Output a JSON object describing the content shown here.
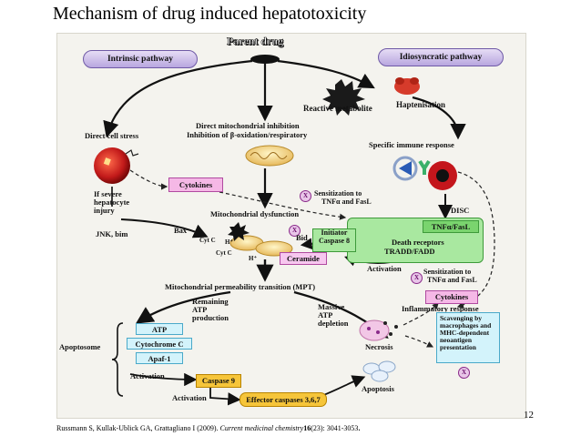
{
  "slide": {
    "title": "Mechanism of drug induced hepatotoxicity",
    "page_number": "12",
    "citation": {
      "authors": "Russmann S, Kullak-Ublick GA, Grattagliano I (2009). ",
      "journal": "Current medicinal chemistry",
      "volume": "16",
      "rest": "(23): 3041-3053",
      "end": "."
    }
  },
  "diagram": {
    "parent_drug": "Parent drug",
    "intrinsic_pathway": "Intrinsic pathway",
    "idiosyncratic_pathway": "Idiosyncratic pathway",
    "reactive_metabolite": "Reactive metabolite",
    "haptenisation": "Haptenisation",
    "direct_cell_stress": "Direct cell stress",
    "mito_inhibition_1": "Direct mitochondrial inhibition",
    "mito_inhibition_2": "Inhibition of β-oxidation/respiratory",
    "specific_immune_response": "Specific immune response",
    "cytokines": "Cytokines",
    "if_severe_1": "If severe",
    "if_severe_2": "hepatocyte",
    "if_severe_3": "injury",
    "sensitization_1_a": "Sensitization to",
    "sensitization_1_b": "TNFα and FasL",
    "disc": "DISC",
    "tnf_fasl": "TNFα/FasL",
    "mitochondrial_dysfunction": "Mitochondrial dysfunction",
    "jnk_bim": "JNK, bim",
    "bax": "Bax",
    "bid": "Bid",
    "initiator_caspase_8": "Initiator\nCaspase 8",
    "ceramide": "Ceramide",
    "death_receptors_1": "Death receptors",
    "death_receptors_2": "TRADD/FADD",
    "activation_1": "Activation",
    "cyt_c_1": "Cyt C",
    "cyt_c_2": "Cyt C",
    "h_plus_1": "H⁺",
    "h_plus_2": "H⁺",
    "mpt": "Mitochondrial permeability transition (MPT)",
    "sensitization_2_a": "Sensitization to",
    "sensitization_2_b": "TNFα and FasL",
    "cytokines_2": "Cytokines",
    "remaining_atp_1": "Remaining",
    "remaining_atp_2": "ATP",
    "remaining_atp_3": "production",
    "massive_atp_1": "Massive",
    "massive_atp_2": "ATP",
    "massive_atp_3": "depletion",
    "inflammatory_response": "Inflammatory response",
    "atp": "ATP",
    "cytochrome_c": "Cytochrome C",
    "apaf1": "Apaf-1",
    "apoptosome": "Apoptosome",
    "scavenging": "Scavenging by macrophages and MHC-dependent neoantigen presentation",
    "necrosis": "Necrosis",
    "activation_2": "Activation",
    "caspase_9": "Caspase 9",
    "apoptosis": "Apoptosis",
    "activation_3": "Activation",
    "effector_caspases": "Effector caspases 3,6,7",
    "x_mark": "X"
  },
  "colors": {
    "arrow": "#111111",
    "dashed": "#222222",
    "pill_border": "#6f5aa6",
    "pink_box": "#f5b8e6",
    "green_box": "#a9e8a0",
    "orange_box": "#f6c53a",
    "cyan_box": "#d3f3fb",
    "figure_bg": "#f4f3ee",
    "cell_red": "#c21a1a"
  }
}
